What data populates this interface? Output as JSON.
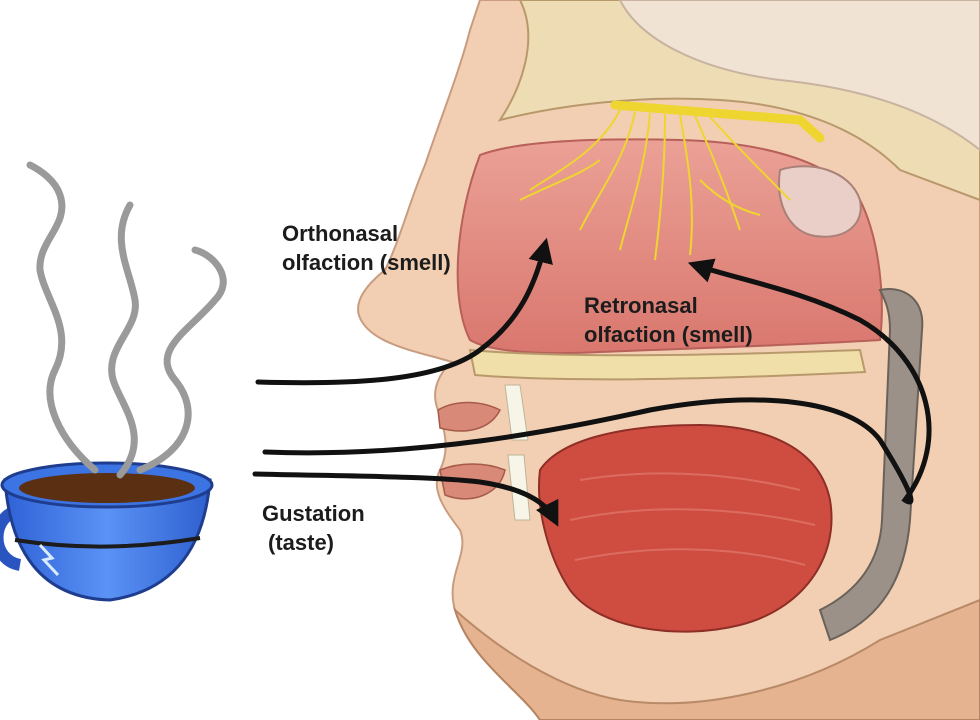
{
  "labels": {
    "orthonasal": {
      "line1": "Orthonasal",
      "line2": "olfaction (smell)"
    },
    "retronasal": {
      "line1": "Retronasal",
      "line2": "olfaction (smell)"
    },
    "gustation": {
      "line1": "Gustation",
      "line2": "(taste)"
    }
  },
  "colors": {
    "arrow": "#111111",
    "cup_blue": "#3a73e8",
    "coffee": "#5a2f12",
    "steam": "#9a9a9a",
    "nasal_cavity": "#e38a82",
    "olfactory_nerve": "#f2dc3a",
    "tongue": "#cf4a3e",
    "skin": "#f0c9aa",
    "bone": "#e9d7a6"
  },
  "icons": [
    "coffee-cup-icon",
    "steam-icon",
    "head-cross-section-illustration"
  ]
}
